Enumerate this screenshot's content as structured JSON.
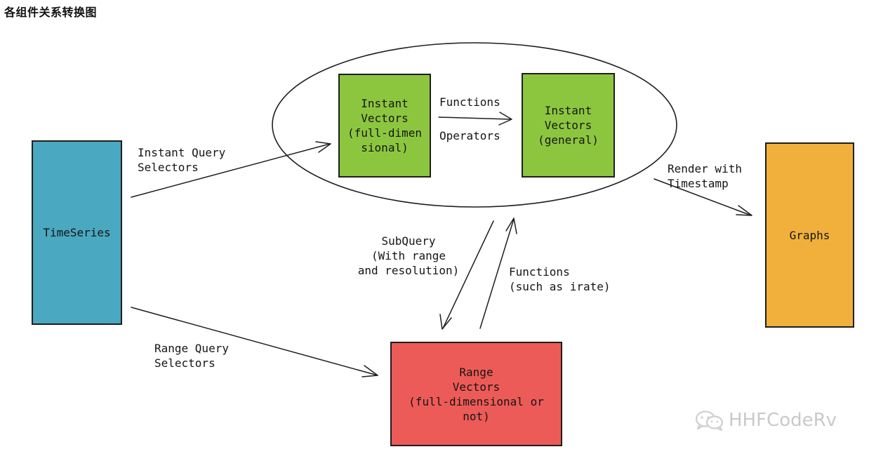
{
  "page": {
    "title": "各组件关系转换图"
  },
  "nodes": {
    "timeseries": {
      "label": "TimeSeries",
      "color": "#4aa8c0"
    },
    "instant_full": {
      "label": "Instant\nVectors\n(full-dimen\nsional)",
      "color": "#8cc63f"
    },
    "instant_general": {
      "label": "Instant\nVectors\n(general)",
      "color": "#8cc63f"
    },
    "graphs": {
      "label": "Graphs",
      "color": "#f0b03b"
    },
    "range_vectors": {
      "label": "Range\nVectors\n(full-dimensional or\nnot)",
      "color": "#ec5b57"
    }
  },
  "edges": {
    "instant_query": "Instant Query\nSelectors",
    "range_query": "Range Query\nSelectors",
    "functions_top": "Functions",
    "operators": "Operators",
    "render": "Render with\nTimestamp",
    "subquery": "SubQuery\n(With range\nand resolution)",
    "functions_irate": "Functions\n(such as irate)"
  },
  "watermark": {
    "text": "HHFCodeRv",
    "icon": "wechat-icon"
  }
}
